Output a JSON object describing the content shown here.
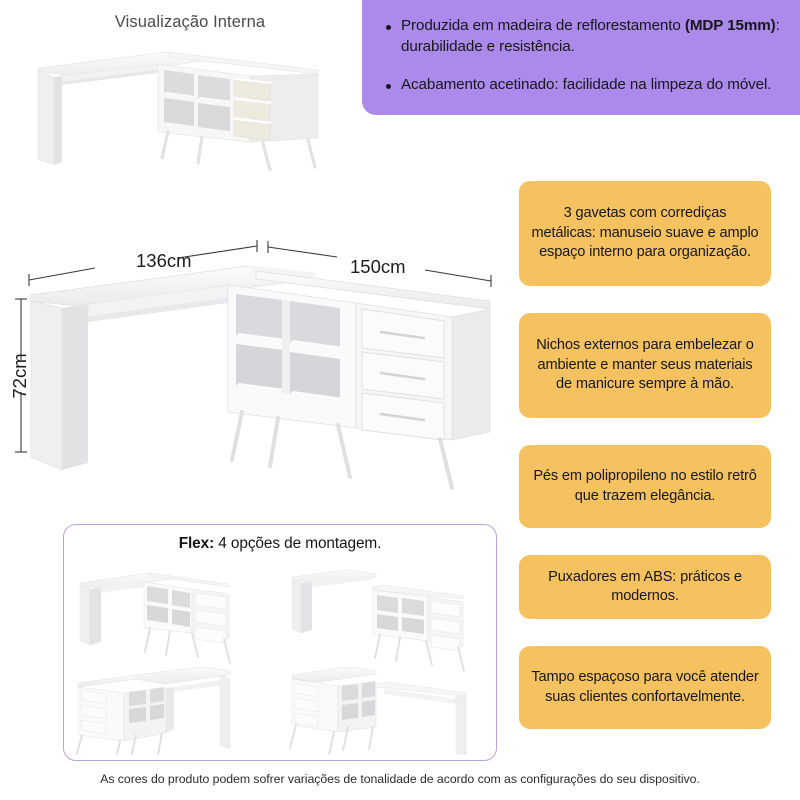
{
  "header": {
    "internal_view_title": "Visualização Interna"
  },
  "purple_panel": {
    "accent_color": "#ab8aec",
    "bullets": [
      {
        "lead": "Produzida em madeira de reflorestamento ",
        "bold": "(MDP 15mm)",
        "tail": ": durabilidade e resistência."
      },
      {
        "lead": "Acabamento acetinado: facilidade na limpeza do móvel.",
        "bold": "",
        "tail": ""
      }
    ]
  },
  "feature_cards": {
    "accent_color": "#f5c25f",
    "items": [
      {
        "text": "3 gavetas com corrediças metálicas: manuseio suave e amplo espaço interno para organização."
      },
      {
        "text": "Nichos externos para embelezar o ambiente e manter seus materiais de manicure sempre à mão."
      },
      {
        "text": "Pés em polipropileno no estilo retrô que trazem elegância."
      },
      {
        "text": "Puxadores em ABS: práticos e modernos."
      },
      {
        "text": "Tampo espaçoso para você atender suas clientes confortavelmente."
      }
    ]
  },
  "dimensions": {
    "width_left": "136cm",
    "width_right": "150cm",
    "height": "72cm"
  },
  "flex_panel": {
    "border_color": "#b9a3de",
    "title_bold": "Flex:",
    "title_rest": " 4 opções de montagem.",
    "layout_count": 4
  },
  "footer": {
    "disclaimer": "As cores do produto podem sofrer variações de tonalidade de acordo com as configurações do seu dispositivo."
  }
}
